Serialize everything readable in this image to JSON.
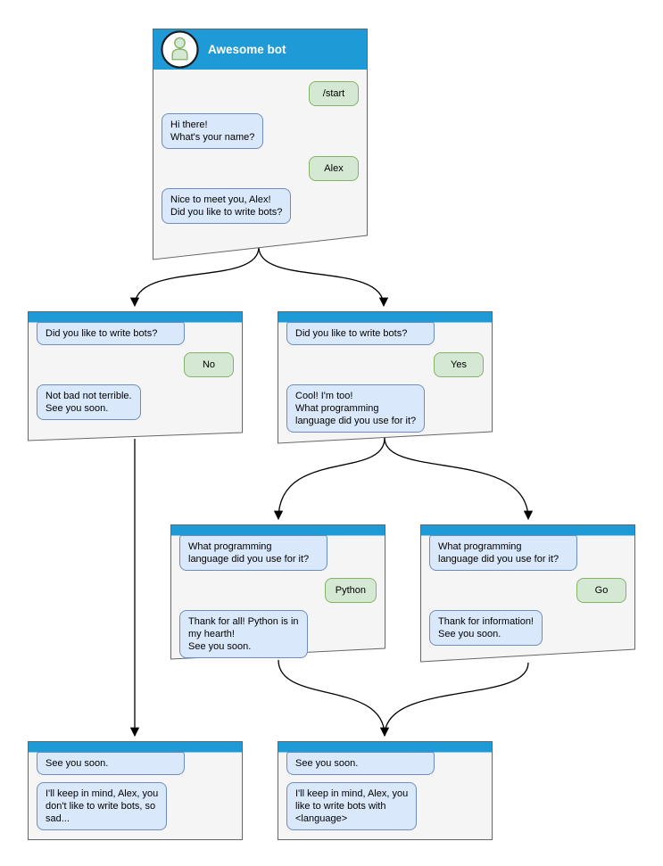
{
  "colors": {
    "header_blue": "#1E9AD6",
    "window_fill": "#F5F5F5",
    "window_border": "#666666",
    "bot_bubble_fill": "#DAE8FC",
    "bot_bubble_border": "#6C8EBF",
    "user_bubble_fill": "#D5E8D4",
    "user_bubble_border": "#82B366",
    "connector": "#000000",
    "title_color": "#FFFFFF"
  },
  "root": {
    "title": "Awesome bot",
    "avatar_icon": "person-icon"
  },
  "windows": [
    {
      "id": "root",
      "messages": [
        {
          "side": "user",
          "text": "/start"
        },
        {
          "side": "bot",
          "text": "Hi there!\nWhat's your name?"
        },
        {
          "side": "user",
          "text": "Alex"
        },
        {
          "side": "bot",
          "text": "Nice to meet you, Alex!\nDid you like to write bots?"
        }
      ]
    },
    {
      "id": "no-branch",
      "messages": [
        {
          "side": "bot-echo",
          "text": "Did you like to write bots?"
        },
        {
          "side": "user",
          "text": "No"
        },
        {
          "side": "bot",
          "text": "Not bad not terrible.\nSee you soon."
        }
      ]
    },
    {
      "id": "yes-branch",
      "messages": [
        {
          "side": "bot-echo",
          "text": "Did you like to write bots?"
        },
        {
          "side": "user",
          "text": "Yes"
        },
        {
          "side": "bot",
          "text": "Cool! I'm too!\nWhat programming\nlanguage did you use for it?"
        }
      ]
    },
    {
      "id": "python-branch",
      "messages": [
        {
          "side": "bot-echo",
          "text": "What programming\nlanguage did you use for it?"
        },
        {
          "side": "user",
          "text": "Python"
        },
        {
          "side": "bot",
          "text": "Thank for all! Python is in\nmy hearth!\nSee you soon."
        }
      ]
    },
    {
      "id": "go-branch",
      "messages": [
        {
          "side": "bot-echo",
          "text": "What programming\nlanguage did you use for it?"
        },
        {
          "side": "user",
          "text": "Go"
        },
        {
          "side": "bot",
          "text": "Thank for information!\nSee you soon."
        }
      ]
    },
    {
      "id": "end-no",
      "messages": [
        {
          "side": "bot-echo",
          "text": "See you soon."
        },
        {
          "side": "bot",
          "text": "I'll keep in mind, Alex, you\ndon't like to write bots, so\nsad..."
        }
      ]
    },
    {
      "id": "end-yes",
      "messages": [
        {
          "side": "bot-echo",
          "text": "See you soon."
        },
        {
          "side": "bot",
          "text": "I'll keep in mind, Alex, you\nlike to write bots with\n<language>"
        }
      ]
    }
  ]
}
